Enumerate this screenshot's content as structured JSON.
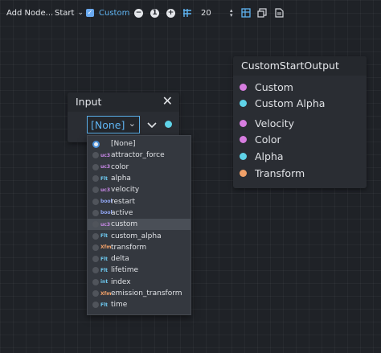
{
  "toolbar": {
    "add_node": "Add Node...",
    "mode": "Start",
    "custom_checkbox_label": "Custom",
    "zoom_value": "20"
  },
  "input_node": {
    "title": "Input",
    "selected_value": "[None]",
    "options": [
      {
        "tag": "",
        "label": "[None]",
        "selected": true
      },
      {
        "tag": "uc3",
        "label": "attractor_force"
      },
      {
        "tag": "uc3",
        "label": "color"
      },
      {
        "tag": "Flt",
        "label": "alpha"
      },
      {
        "tag": "uc3",
        "label": "velocity"
      },
      {
        "tag": "bool",
        "label": "restart"
      },
      {
        "tag": "bool",
        "label": "active"
      },
      {
        "tag": "uc3",
        "label": "custom",
        "hover": true
      },
      {
        "tag": "Flt",
        "label": "custom_alpha"
      },
      {
        "tag": "Xfm",
        "label": "transform"
      },
      {
        "tag": "Flt",
        "label": "delta"
      },
      {
        "tag": "Flt",
        "label": "lifetime"
      },
      {
        "tag": "int",
        "label": "index"
      },
      {
        "tag": "Xfm",
        "label": "emission_transform"
      },
      {
        "tag": "Flt",
        "label": "time"
      }
    ]
  },
  "output_node": {
    "title": "CustomStartOutput",
    "ports": [
      {
        "label": "Custom",
        "color": "#d77de0"
      },
      {
        "label": "Custom Alpha",
        "color": "#5fd3e8"
      },
      {
        "label": "Velocity",
        "color": "#d77de0"
      },
      {
        "label": "Color",
        "color": "#d77de0"
      },
      {
        "label": "Alpha",
        "color": "#5fd3e8"
      },
      {
        "label": "Transform",
        "color": "#f0a068"
      }
    ]
  },
  "colors": {
    "accent": "#5fb4f2",
    "vec3": "#d77de0",
    "float": "#5fd3e8",
    "transform": "#f0a068",
    "tag_uc3": "#c988e8",
    "tag_flt": "#6ec9f0",
    "tag_bool": "#8fa4f0",
    "tag_xfm": "#f0a068",
    "tag_int": "#6ec9f0"
  }
}
